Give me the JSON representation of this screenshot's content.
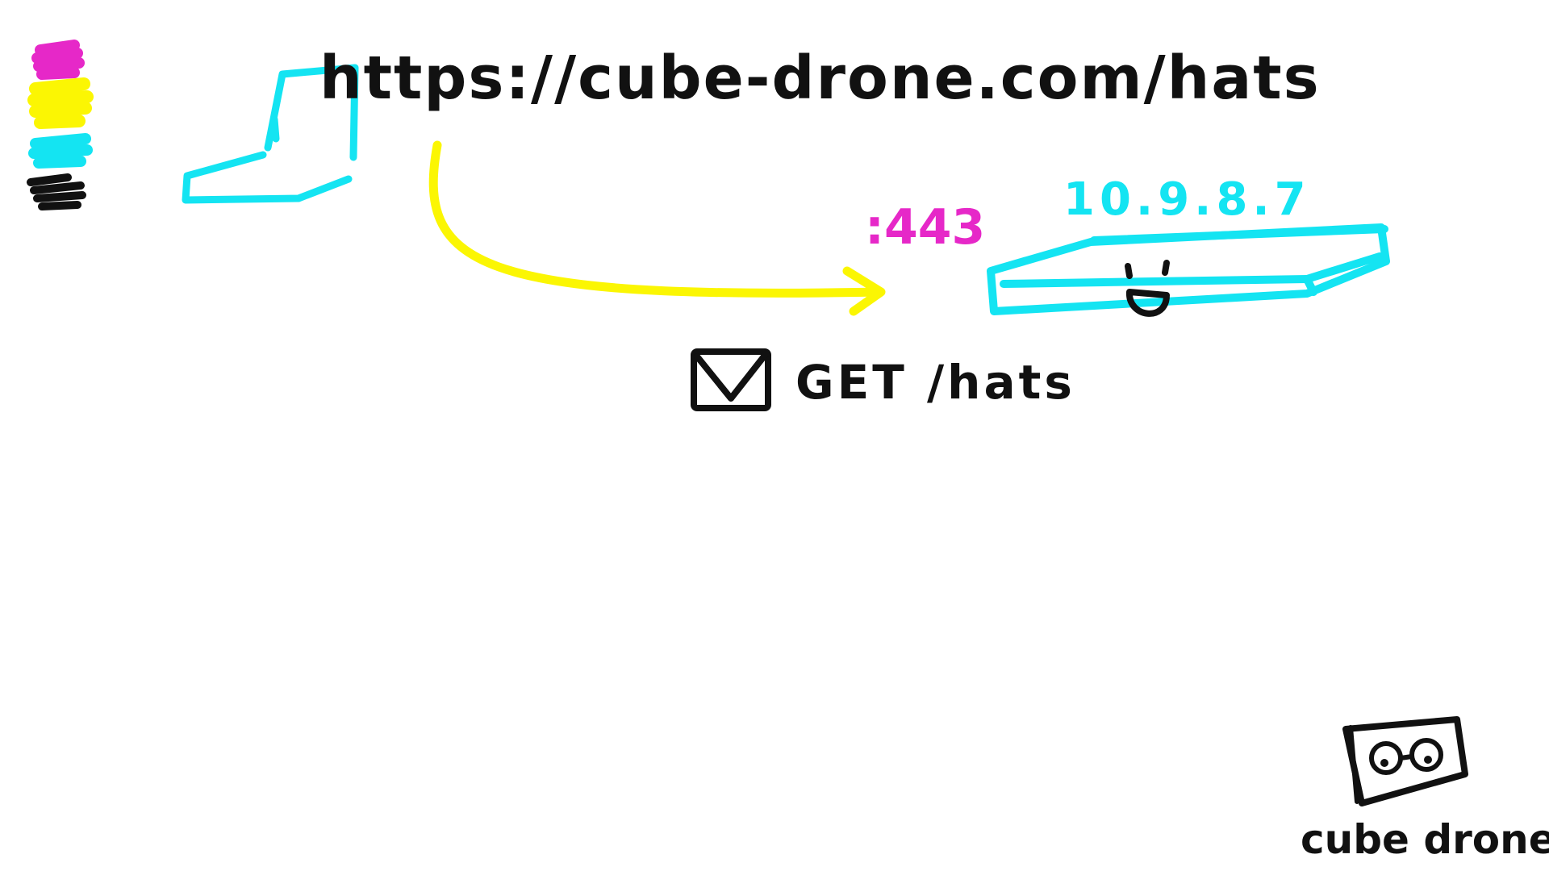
{
  "palette": {
    "swatches": [
      {
        "name": "magenta",
        "color": "#e628c8"
      },
      {
        "name": "yellow",
        "color": "#fbf603"
      },
      {
        "name": "cyan",
        "color": "#14e4f2"
      },
      {
        "name": "black",
        "color": "#111111"
      }
    ]
  },
  "request": {
    "url": "https://cube-drone.com/hats",
    "port": ":443",
    "message": "GET /hats"
  },
  "server": {
    "ip": "10.9.8.7"
  },
  "brand": {
    "name": "cube drone"
  },
  "colors": {
    "ink": "#111111",
    "cyan": "#14e4f2",
    "yellow": "#fbf603",
    "magenta": "#e628c8"
  }
}
